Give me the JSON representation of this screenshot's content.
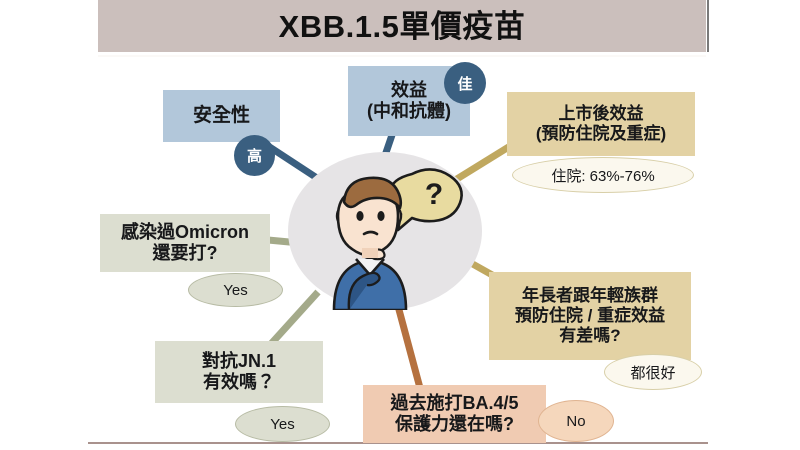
{
  "header": {
    "title": "XBB.1.5單價疫苗",
    "bar_color": "#cbbfbc"
  },
  "center": {
    "label": "thinking-person-illustration",
    "bubble_glyph": "?",
    "hub_color": "#e6e4e6"
  },
  "nodes": [
    {
      "id": "safety",
      "text": "安全性",
      "box_color": "#b2c7da",
      "badge": {
        "text": "高",
        "shape": "circle",
        "color": "#3a5f80"
      }
    },
    {
      "id": "efficacy-neutralizing-antibody",
      "text": "效益\n(中和抗體)",
      "box_color": "#b2c7da",
      "badge": {
        "text": "佳",
        "shape": "circle",
        "color": "#3a5f80"
      }
    },
    {
      "id": "post-market-effectiveness",
      "text": "上市後效益\n(預防住院及重症)",
      "box_color": "#e3d2a4",
      "badge": {
        "text": "住院: 63%-76%",
        "shape": "ellipse",
        "color": "#fbf8ee"
      }
    },
    {
      "id": "prior-omicron-infection",
      "text": "感染過Omicron\n還要打?",
      "box_color": "#dcded0",
      "badge": {
        "text": "Yes",
        "shape": "ellipse",
        "color": "#dcded0"
      }
    },
    {
      "id": "effective-against-jn1",
      "text": "對抗JN.1\n有效嗎？",
      "box_color": "#dcded0",
      "badge": {
        "text": "Yes",
        "shape": "ellipse",
        "color": "#dcded0"
      }
    },
    {
      "id": "prior-ba45-protection",
      "text": "過去施打BA.4/5\n保護力還在嗎?",
      "box_color": "#f0cbb2",
      "badge": {
        "text": "No",
        "shape": "ellipse",
        "color": "#f5d7bc"
      }
    },
    {
      "id": "elderly-vs-young-benefit",
      "text": "年長者跟年輕族群\n預防住院 / 重症效益\n有差嗎?",
      "box_color": "#e3d2a4",
      "badge": {
        "text": "都很好",
        "shape": "ellipse",
        "color": "#fbf8ee"
      }
    }
  ],
  "connectors": {
    "blue": "#3a5f80",
    "gold": "#c0a85f",
    "sage": "#a4aa8a",
    "copper": "#b5713f"
  }
}
